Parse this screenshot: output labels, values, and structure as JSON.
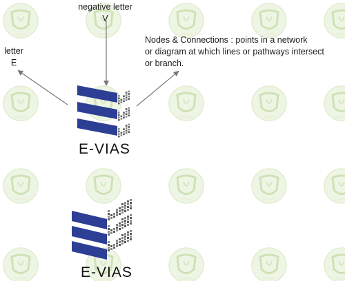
{
  "annotations": {
    "top": [
      "negative letter",
      "V"
    ],
    "left": [
      "letter",
      "E"
    ],
    "right": [
      "Nodes & Connections : points in a network",
      "or diagram at which lines or pathways intersect",
      "or branch."
    ]
  },
  "logos": {
    "primary_wordmark": "E-VIAS",
    "secondary_wordmark": "E-VIAS"
  },
  "colors": {
    "bar_blue": "#2c3f94",
    "node_gray": "#8a8a8a",
    "node_dark": "#4f4f4f",
    "arrow": "#777777",
    "watermark": "#cfe3b5",
    "text": "#1a1a1a"
  }
}
